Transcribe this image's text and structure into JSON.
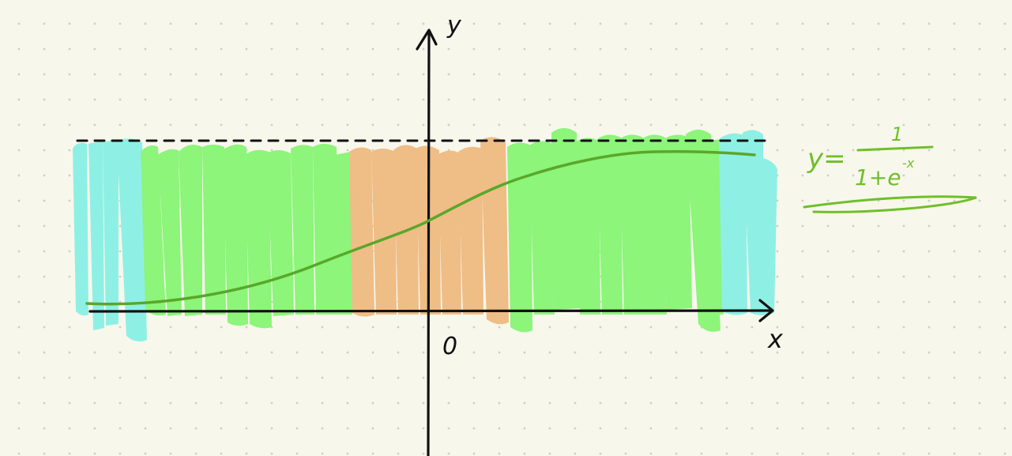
{
  "axes": {
    "x_label": "x",
    "y_label": "y",
    "origin_label": "0"
  },
  "formula": {
    "lhs": "y=",
    "numerator": "1",
    "denominator_base": "1+e",
    "denominator_exp": "-x"
  },
  "colors": {
    "background": "#f8f7ec",
    "axis": "#111111",
    "cyan_region": "#8ef0e4",
    "green_region": "#8cf57a",
    "orange_region": "#efbd86",
    "curve": "#5aa72a",
    "formula": "#6fbf2a",
    "asymptote": "#111111"
  },
  "regions": [
    {
      "name": "left-tail",
      "color": "cyan"
    },
    {
      "name": "left-linear",
      "color": "green"
    },
    {
      "name": "center",
      "color": "orange"
    },
    {
      "name": "right-linear",
      "color": "green"
    },
    {
      "name": "right-tail",
      "color": "cyan"
    }
  ]
}
